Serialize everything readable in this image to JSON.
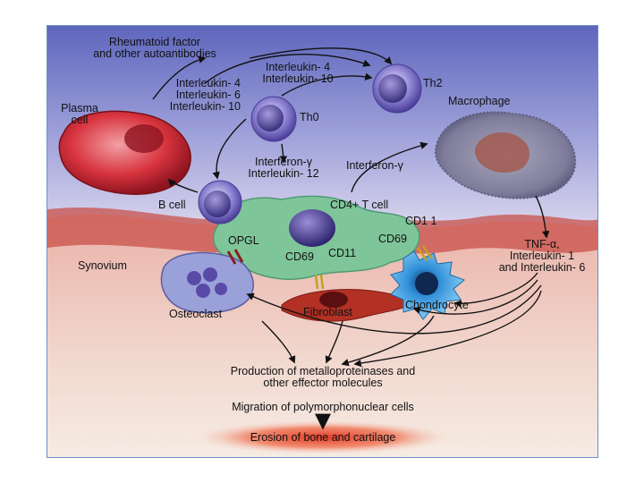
{
  "diagram": {
    "labels": {
      "rheumatoid_factor": "Rheumatoid factor\nand other autoantibodies",
      "plasma_cell": "Plasma\ncell",
      "il_4_6_10": "Interleukin- 4\nInterleukin- 6\nInterleukin- 10",
      "il_4_10": "Interleukin- 4\nInterleukin- 10",
      "th2": "Th2",
      "th0": "Th0",
      "macrophage": "Macrophage",
      "ifn_il12": "Interferon-γ\nInterleukin- 12",
      "ifn": "Interferon-γ",
      "b_cell": "B cell",
      "cd4_t_cell": "CD4+ T cell",
      "cd11_right": "CD1 1",
      "cd69_right": "CD69",
      "opgl": "OPGL",
      "cd69_left": "CD69",
      "cd11_left": "CD11",
      "synovium": "Synovium",
      "tnf_il": "TNF-α,\nInterleukin- 1\nand Interleukin- 6",
      "osteoclast": "Osteoclast",
      "fibroblast": "Fibroblast",
      "chondrocyte": "Chondrocyte",
      "production": "Production of metalloproteinases and\nother effector molecules",
      "migration": "Migration of polymorphonuclear cells",
      "erosion": "Erosion of bone and cartilage"
    },
    "colors": {
      "background_top": "#6f78c8",
      "synovium": "#e7aaa0",
      "tissue_band": "#c8504a",
      "t_cell_body": "#7fc59a",
      "plasma_cell": "#d8343e",
      "lymphocyte": "#6c62b8",
      "macrophage": "#8c8aa6",
      "chondrocyte": "#2f8ed8",
      "fibroblast": "#b23024",
      "erosion_glow": "#e23a24"
    }
  }
}
